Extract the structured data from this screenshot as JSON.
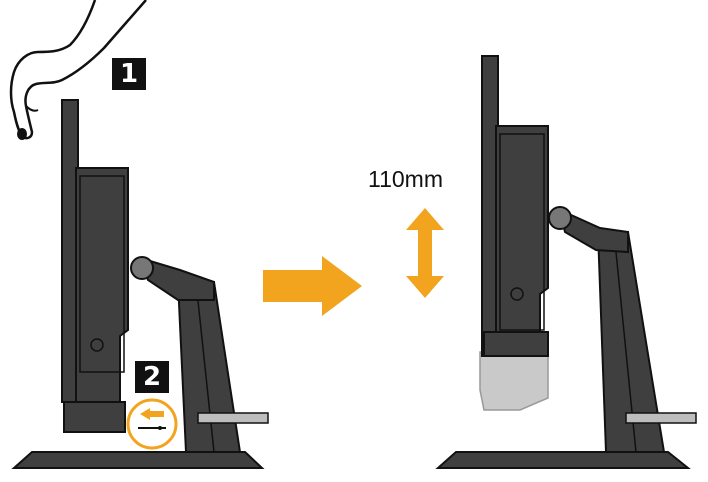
{
  "steps": [
    "1",
    "2"
  ],
  "height_adjustment_label": "110mm",
  "colors": {
    "monitor_body": "#3f3f3f",
    "outline": "#111111",
    "accent_orange": "#f2a41f",
    "lowered_ghost": "#c9c9c9"
  },
  "icons": [
    "hand-press-icon",
    "release-latch-icon",
    "right-arrow-icon",
    "up-down-arrow-icon"
  ]
}
